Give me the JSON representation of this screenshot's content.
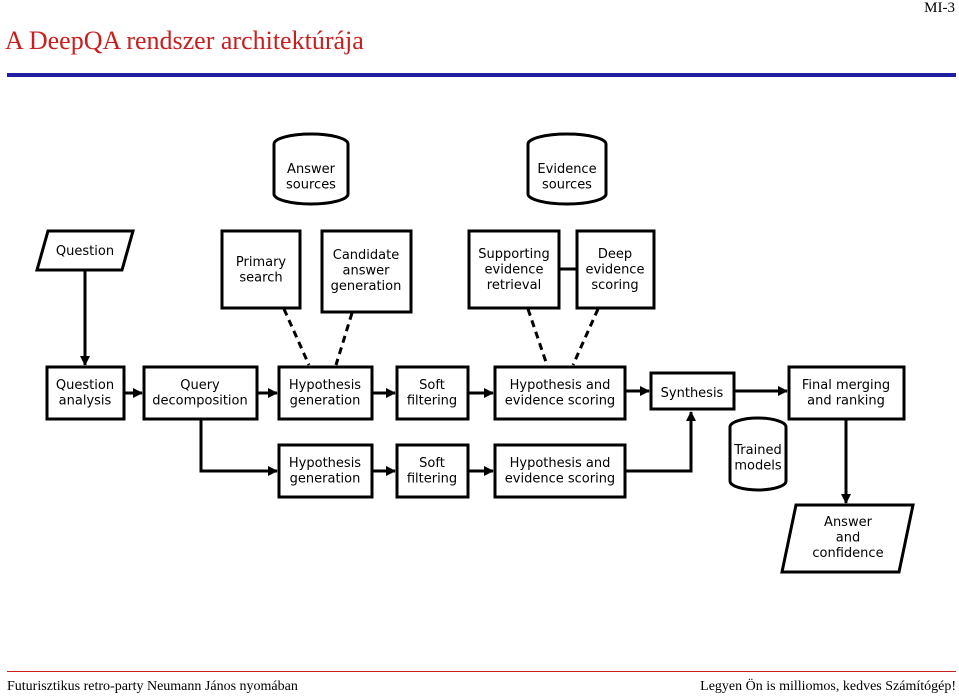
{
  "slide": {
    "title": "A DeepQA rendszer architektúrája",
    "id": "MI-3",
    "footer_left": "Futurisztikus retro-party Neumann János nyomában",
    "footer_right": "Legyen Ön is milliomos, kedves Számítógép!"
  },
  "diagram": {
    "answer_sources": [
      "Answer",
      "sources"
    ],
    "evidence_sources": [
      "Evidence",
      "sources"
    ],
    "question": [
      "Question"
    ],
    "primary_search": [
      "Primary",
      "search"
    ],
    "candidate_answer_generation": [
      "Candidate",
      "answer",
      "generation"
    ],
    "supporting_evidence_retrieval": [
      "Supporting",
      "evidence",
      "retrieval"
    ],
    "deep_evidence_scoring": [
      "Deep",
      "evidence",
      "scoring"
    ],
    "question_analysis": [
      "Question",
      "analysis"
    ],
    "query_decomposition": [
      "Query",
      "decomposition"
    ],
    "hypothesis_generation_1": [
      "Hypothesis",
      "generation"
    ],
    "soft_filtering_1": [
      "Soft",
      "filtering"
    ],
    "hypothesis_evidence_scoring_1": [
      "Hypothesis and",
      "evidence scoring"
    ],
    "synthesis": [
      "Synthesis"
    ],
    "final_merging_ranking": [
      "Final merging",
      "and ranking"
    ],
    "hypothesis_generation_2": [
      "Hypothesis",
      "generation"
    ],
    "soft_filtering_2": [
      "Soft",
      "filtering"
    ],
    "hypothesis_evidence_scoring_2": [
      "Hypothesis and",
      "evidence scoring"
    ],
    "trained_models": [
      "Trained",
      "models"
    ],
    "answer_and_confidence": [
      "Answer",
      "and",
      "confidence"
    ]
  }
}
